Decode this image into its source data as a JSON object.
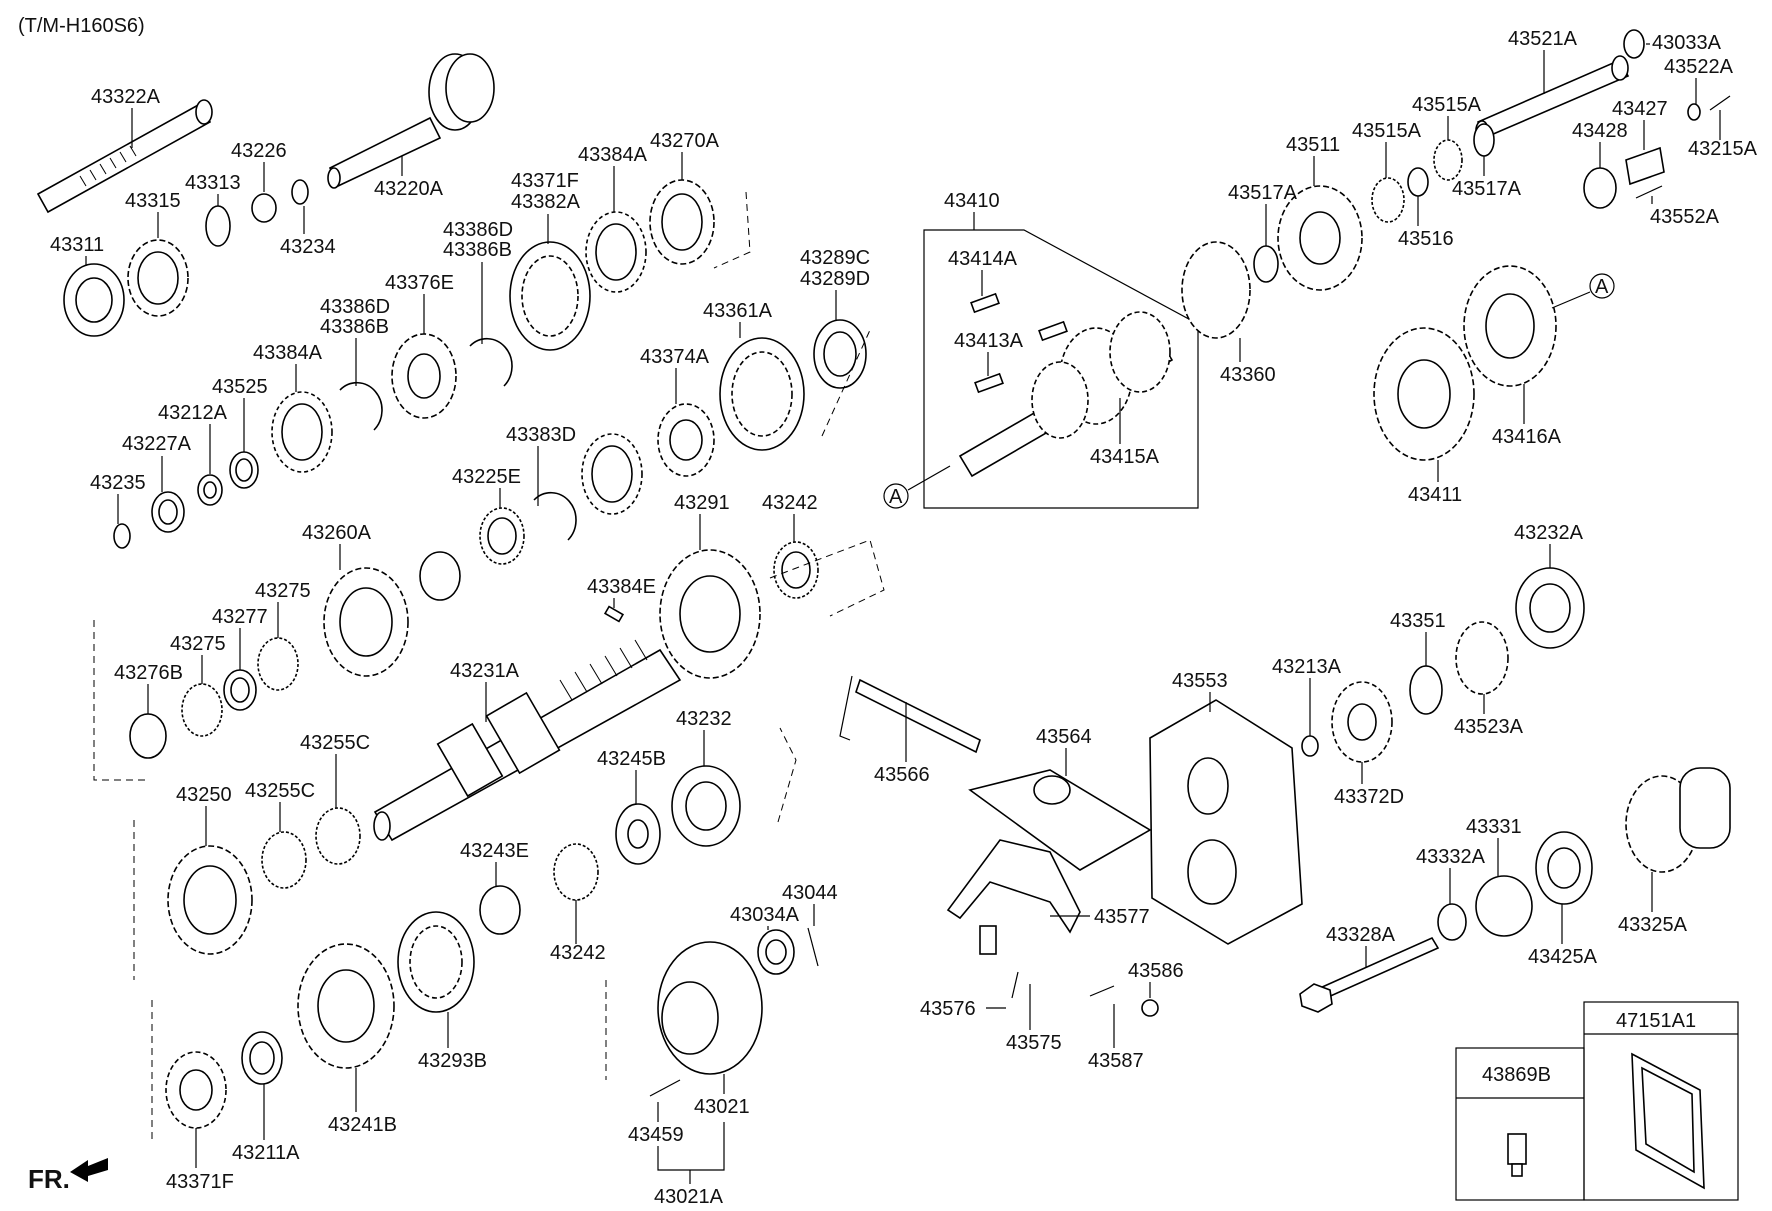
{
  "diagram": {
    "model_code": "(T/M-H160S6)",
    "front_indicator": "FR.",
    "ref_marker": "A",
    "parts": [
      "43322A",
      "43226",
      "43313",
      "43315",
      "43311",
      "43234",
      "43220A",
      "43371F",
      "43382A",
      "43384A",
      "43270A",
      "43386D",
      "43386B",
      "43376E",
      "43386D",
      "43386B",
      "43384A",
      "43525",
      "43212A",
      "43227A",
      "43235",
      "43289C",
      "43289D",
      "43361A",
      "43374A",
      "43383D",
      "43225E",
      "43291",
      "43242",
      "43260A",
      "43275",
      "43277",
      "43275",
      "43276B",
      "43384E",
      "43231A",
      "43232",
      "43245B",
      "43255C",
      "43255C",
      "43250",
      "43243E",
      "43242",
      "43293B",
      "43241B",
      "43211A",
      "43371F",
      "43034A",
      "43044",
      "43021",
      "43459",
      "43021A",
      "43410",
      "43414A",
      "43413A",
      "43415A",
      "43360",
      "43511",
      "43517A",
      "43515A",
      "43515A",
      "43517A",
      "43516",
      "43521A",
      "43033A",
      "43522A",
      "43427",
      "43428",
      "43215A",
      "43552A",
      "43416A",
      "43411",
      "43232A",
      "43351",
      "43523A",
      "43213A",
      "43553",
      "43372D",
      "43566",
      "43564",
      "43577",
      "43576",
      "43575",
      "43587",
      "43586",
      "43331",
      "43332A",
      "43328A",
      "43425A",
      "43325A",
      "47151A1",
      "43869B"
    ]
  }
}
